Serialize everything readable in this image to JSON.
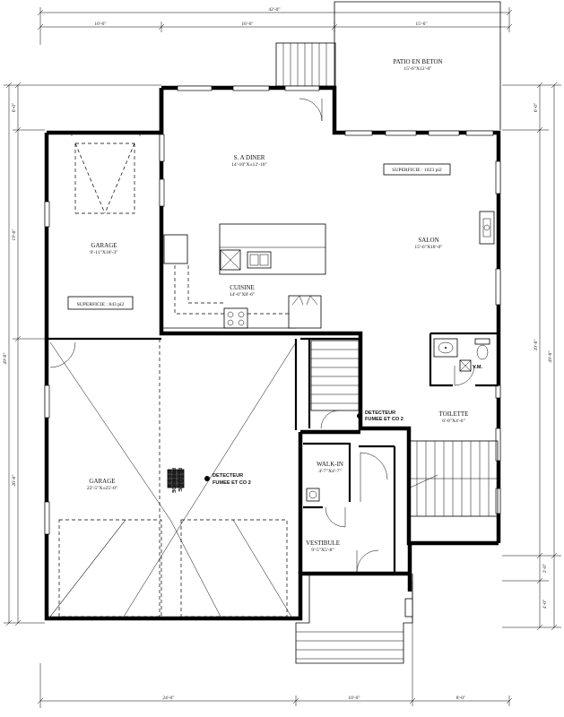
{
  "dimensions": {
    "top_total": "42'-0\"",
    "top_a": "10'-6\"",
    "top_b": "16'-0\"",
    "top_c": "15'-6\"",
    "bottom_a": "24'-0\"",
    "bottom_b": "10'-0\"",
    "bottom_c": "8'-0\"",
    "left_a": "6'-0\"",
    "left_b": "19'-0\"",
    "left_c": "26'-0\"",
    "left_total": "49'-0\"",
    "right_a": "6'-0\"",
    "right_b": "39'-0\"",
    "right_total": "49'-0\"",
    "right_c": "2'-0\"",
    "right_d": "4'-0\""
  },
  "rooms": {
    "patio": {
      "name": "PATIO EN BETON",
      "size": "15'-6\"X12'-0\""
    },
    "dining": {
      "name": "S. A DINER",
      "size": "14'-10\"X±12'-10\""
    },
    "garage_upper": {
      "name": "GARAGE",
      "size": "9'-11\"X18'-3\""
    },
    "garage_upper_area": "SUPERFICIE : 843 pi2",
    "area_main": "SUPERFICIE : 1023 pi2",
    "salon": {
      "name": "SALON",
      "size": "15'-6\"X18'-0\""
    },
    "kitchen": {
      "name": "CUISINE",
      "size": "14'-6\"X8'-6\""
    },
    "toilet": {
      "name": "TOILETTE",
      "size": "6'-0\"X4'-6\""
    },
    "wm_label": "V.M.",
    "garage_lower": {
      "name": "GARAGE",
      "size": "22'-5\"X±25'-0\""
    },
    "walkin": {
      "name": "WALK-IN",
      "size": "4'-7\"X4'-7\""
    },
    "vestibule": {
      "name": "VESTIBULE",
      "size": "9'-5\"X5'-8\""
    },
    "pit": [
      "FOSSE DE",
      "RETENUE"
    ]
  },
  "detectors": [
    {
      "line1": "DETECTEUR",
      "line2": "FUMEE ET CO 2"
    },
    {
      "line1": "DETECTEUR",
      "line2": "FUMEE ET CO 2"
    }
  ]
}
